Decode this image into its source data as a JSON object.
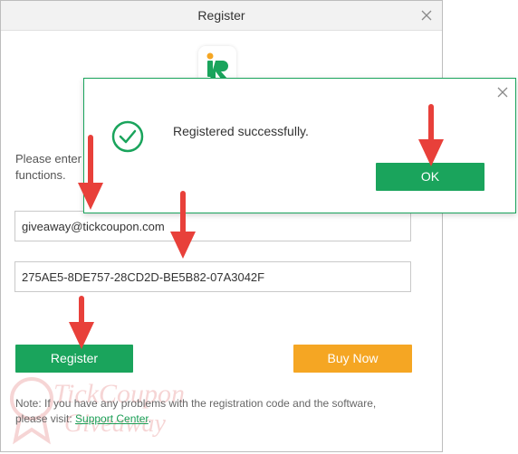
{
  "register_window": {
    "title": "Register",
    "instruction": "Please enter\nfunctions.",
    "email_value": "giveaway@tickcoupon.com",
    "code_value": "275AE5-8DE757-28CD2D-BE5B82-07A3042F",
    "register_label": "Register",
    "buy_now_label": "Buy Now",
    "note_text": "Note: If you have any problems with the registration code and the software, please visit: ",
    "note_link": "Support Center",
    "note_end": "."
  },
  "dialog": {
    "message": "Registered successfully.",
    "ok_label": "OK"
  },
  "watermark": {
    "line1": "TickCoupon",
    "line2": "Giveaway"
  },
  "colors": {
    "accent_green": "#1aa45c",
    "buy_orange": "#f5a623",
    "arrow_red": "#e8403a"
  },
  "icons": [
    "close-icon",
    "app-logo-icon",
    "success-check-icon",
    "arrow-icon"
  ]
}
